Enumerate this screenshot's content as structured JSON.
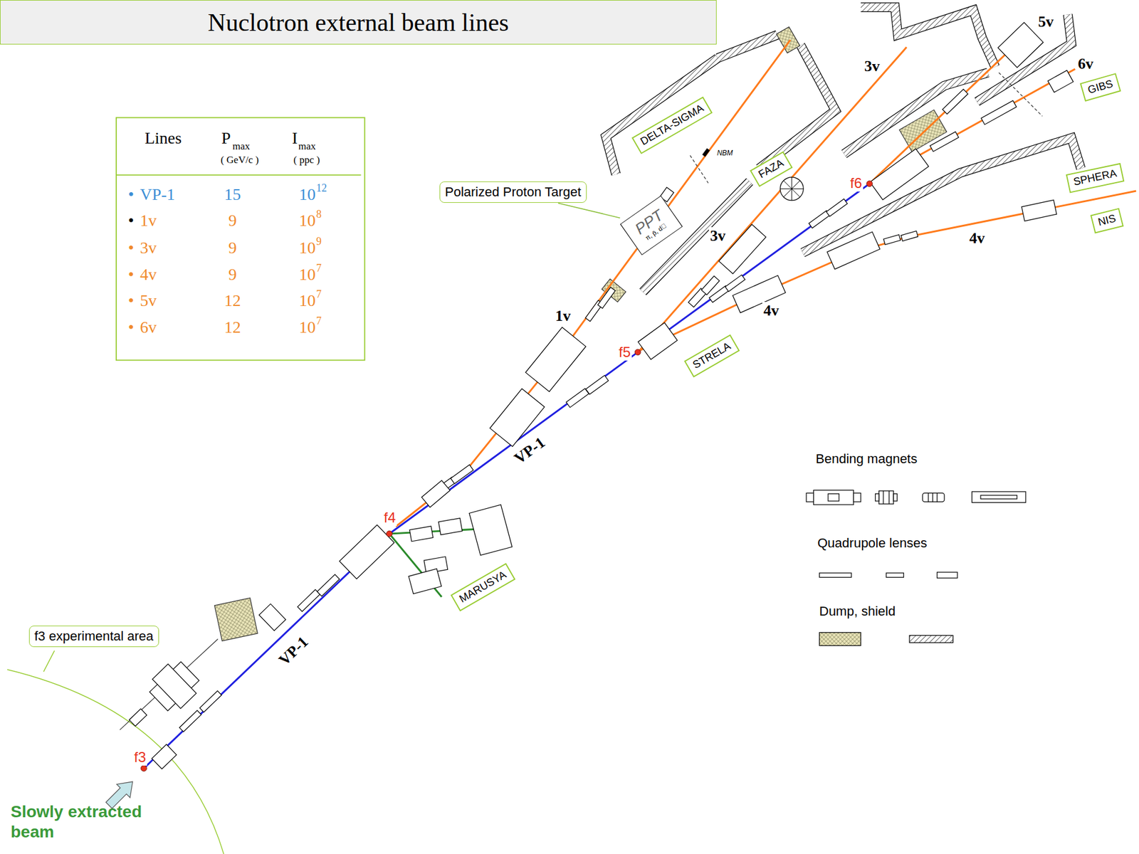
{
  "diagram": {
    "title": "Nuclotron external beam lines",
    "nodes": [
      {
        "text": [
          "Polarized Proton Target"
        ]
      },
      {
        "text": [
          "PPT",
          "π, p̄, d⃗"
        ]
      },
      {
        "text": [
          "DELTA-SIGMA"
        ]
      },
      {
        "text": [
          "FAZA"
        ]
      },
      {
        "text": [
          "GIBS"
        ]
      },
      {
        "text": [
          "SPHERA"
        ]
      },
      {
        "text": [
          "NIS"
        ]
      },
      {
        "text": [
          "STRELA"
        ]
      },
      {
        "text": [
          "MARUSYA"
        ]
      },
      {
        "text": [
          "f3 experimental area"
        ]
      }
    ],
    "edges": [
      {
        "from": 0,
        "to": 1,
        "arrow": "none"
      }
    ],
    "labels": [
      "Lines",
      "P",
      "max",
      "( GeV/c )",
      "I",
      "max",
      "( ppc )",
      "•",
      "VP-1",
      "15",
      "10",
      "12",
      "•",
      "1v",
      "9",
      "10",
      "8",
      "•",
      "3v",
      "9",
      "10",
      "9",
      "•",
      "4v",
      "9",
      "10",
      "7",
      "•",
      "5v",
      "12",
      "10",
      "7",
      "•",
      "6v",
      "12",
      "10",
      "7",
      "5v",
      "3v",
      "6v",
      "NBM",
      "3v",
      "1v",
      "4v",
      "4v",
      "f6",
      "f5",
      "VP-1",
      "f4",
      "VP-1",
      "f3",
      "Slowly extracted beam"
    ],
    "legend": [
      {
        "text": "Bending magnets"
      },
      {
        "text": "Quadrupole lenses"
      },
      {
        "text": "Dump, shield"
      }
    ]
  }
}
